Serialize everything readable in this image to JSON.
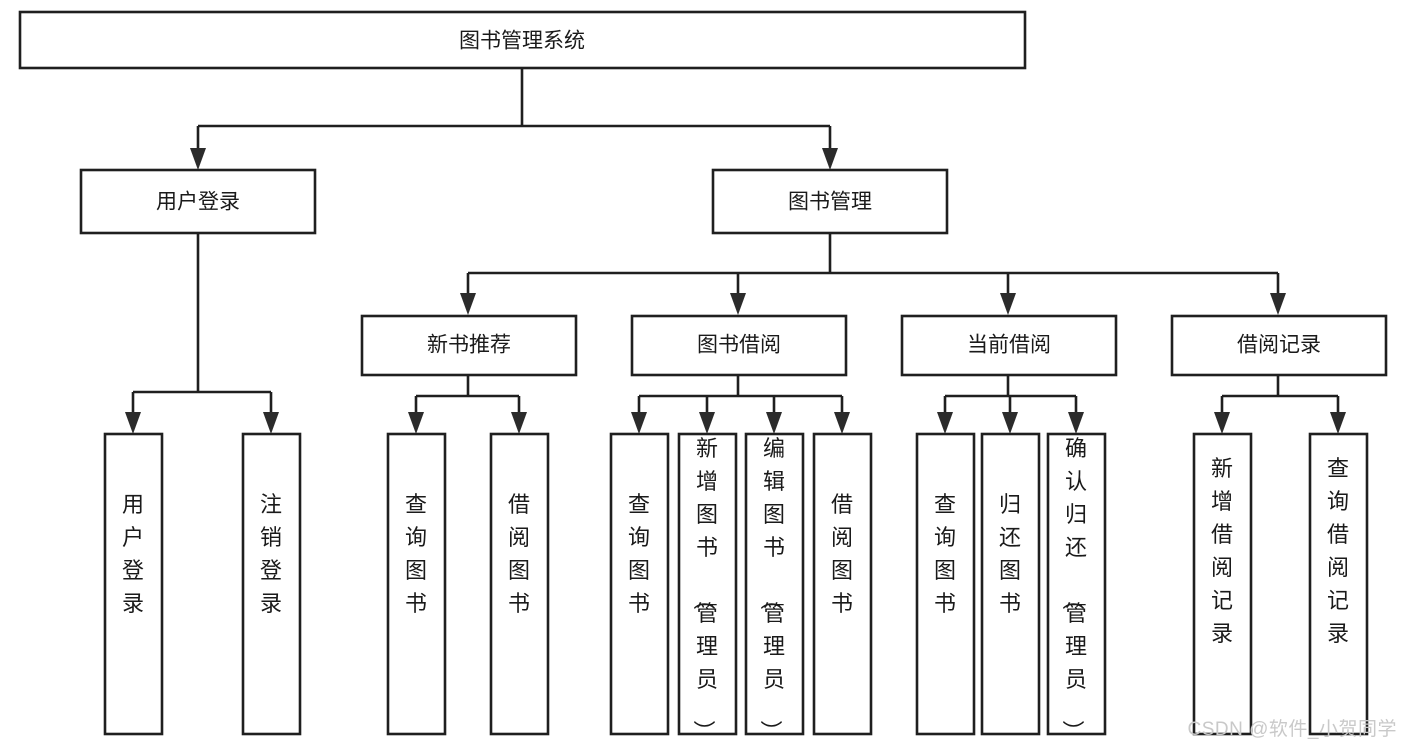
{
  "diagram": {
    "title": "图书管理系统",
    "watermark": "CSDN @软件_小贺同学",
    "root": {
      "label": "图书管理系统"
    },
    "level1": [
      {
        "id": "user-login",
        "label": "用户登录"
      },
      {
        "id": "book-management",
        "label": "图书管理"
      }
    ],
    "level2": [
      {
        "id": "new-book-recommend",
        "label": "新书推荐"
      },
      {
        "id": "book-borrow",
        "label": "图书借阅"
      },
      {
        "id": "current-borrow",
        "label": "当前借阅"
      },
      {
        "id": "borrow-record",
        "label": "借阅记录"
      }
    ],
    "leaves": {
      "user_login": [
        {
          "id": "leaf-user-login",
          "label": "用户登录"
        },
        {
          "id": "leaf-logout-login",
          "label": "注销登录"
        }
      ],
      "new_book_recommend": [
        {
          "id": "leaf-query-book-1",
          "label": "查询图书"
        },
        {
          "id": "leaf-borrow-book-1",
          "label": "借阅图书"
        }
      ],
      "book_borrow": [
        {
          "id": "leaf-query-book-2",
          "label": "查询图书"
        },
        {
          "id": "leaf-add-book",
          "label": "新增图书（管理员）"
        },
        {
          "id": "leaf-edit-book",
          "label": "编辑图书（管理员）"
        },
        {
          "id": "leaf-borrow-book-2",
          "label": "借阅图书"
        }
      ],
      "current_borrow": [
        {
          "id": "leaf-query-book-3",
          "label": "查询图书"
        },
        {
          "id": "leaf-return-book",
          "label": "归还图书"
        },
        {
          "id": "leaf-confirm-return",
          "label": "确认归还（管理员）"
        }
      ],
      "borrow_record": [
        {
          "id": "leaf-add-record",
          "label": "新增借阅记录"
        },
        {
          "id": "leaf-query-record",
          "label": "查询借阅记录"
        }
      ]
    },
    "colors": {
      "box_stroke": "#1f1f1f",
      "box_fill": "#ffffff",
      "text": "#1a1a1a",
      "background": "#ffffff",
      "watermark": "#c9c9c9"
    }
  }
}
